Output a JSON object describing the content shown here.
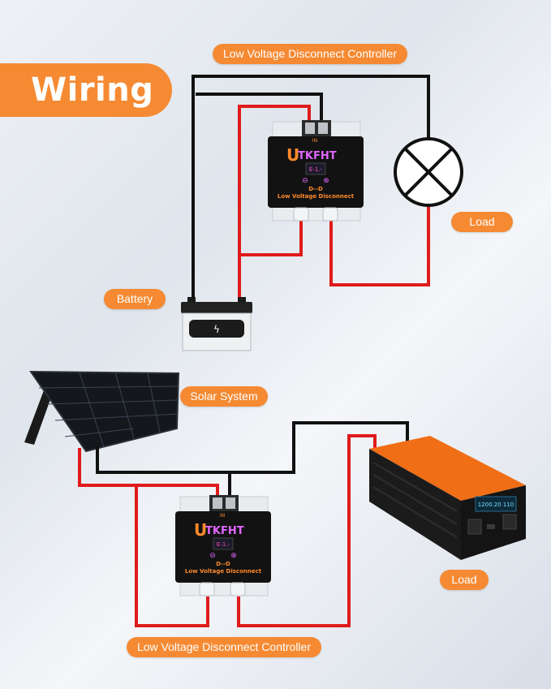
{
  "title": "Wiring",
  "top_diagram": {
    "controller_label": "Low Voltage Disconnect Controller",
    "load_label": "Load",
    "battery_label": "Battery"
  },
  "bottom_diagram": {
    "solar_label": "Solar System",
    "load_label": "Load",
    "controller_label": "Low Voltage Disconnect Controller"
  },
  "device": {
    "brand": "UTKFHT",
    "brand_initial": "U",
    "brand_rest": "TKFHT",
    "mode": "D--D",
    "name": "Low Voltage Disconnect",
    "display_readout": "E-1.-",
    "terminal_label": "IN",
    "minus_symbol": "⊖",
    "plus_symbol": "⊕"
  },
  "inverter": {
    "display_readout": "1200.20 110"
  },
  "colors": {
    "accent": "#f58a33",
    "wire_positive": "#e01b1b",
    "wire_negative": "#111111",
    "device_body": "#121212"
  }
}
